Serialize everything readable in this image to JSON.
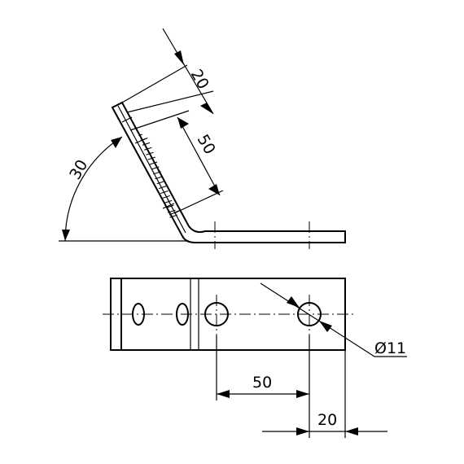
{
  "dimensions": {
    "angle_label": "30",
    "flange_width_label": "20",
    "hole_spacing_upper_label": "50",
    "hole_spacing_lower_label": "50",
    "edge_distance_label": "20",
    "hole_diameter_label": "Ø11"
  },
  "colors": {
    "line": "#000000",
    "background": "#ffffff"
  }
}
